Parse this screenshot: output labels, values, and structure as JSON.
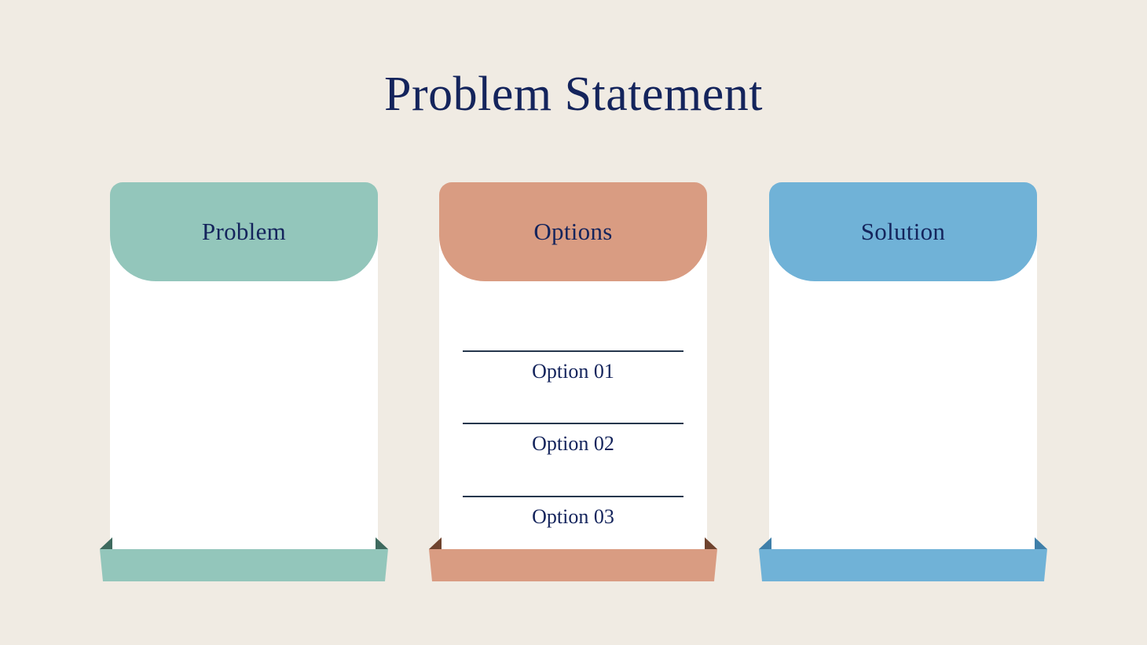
{
  "page": {
    "background_color": "#F0EBE3",
    "title": "Problem Statement",
    "title_color": "#14245C"
  },
  "cards": [
    {
      "name": "problem",
      "header_label": "Problem",
      "accent_color": "#93C6BB",
      "fold_color": "#3E6A5E",
      "body_color": "#FFFFFF",
      "label_color": "#14245C"
    },
    {
      "name": "options",
      "header_label": "Options",
      "accent_color": "#D99C82",
      "fold_color": "#6F432E",
      "body_color": "#FFFFFF",
      "label_color": "#14245C",
      "divider_color": "#26374D",
      "options": [
        {
          "label": "Option 01"
        },
        {
          "label": "Option 02"
        },
        {
          "label": "Option 03"
        }
      ]
    },
    {
      "name": "solution",
      "header_label": "Solution",
      "accent_color": "#70B2D7",
      "fold_color": "#3F7FA9",
      "body_color": "#FFFFFF",
      "label_color": "#14245C"
    }
  ]
}
